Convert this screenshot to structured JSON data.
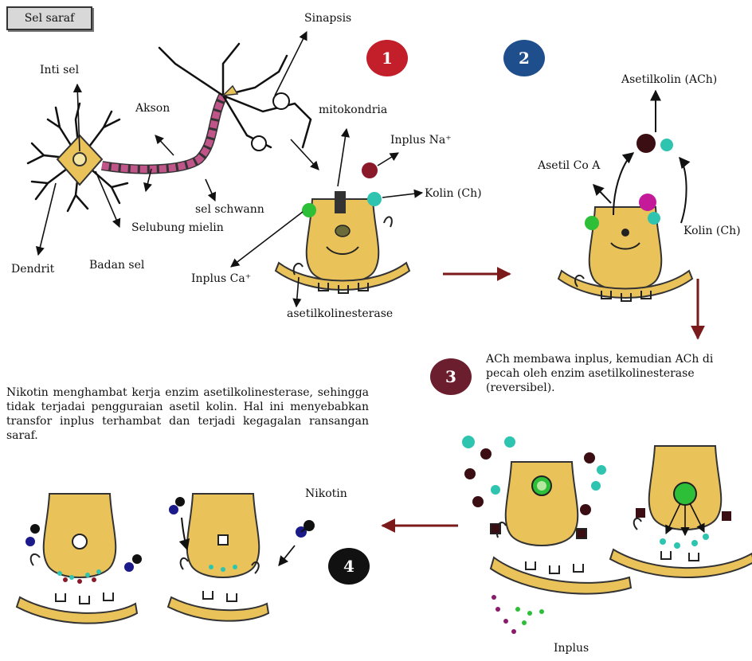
{
  "header": {
    "title": "Sel saraf"
  },
  "steps": {
    "s1": "1",
    "s2": "2",
    "s3": "3",
    "s4": "4"
  },
  "colors": {
    "step1": "#c21f2a",
    "step2": "#1f4e8c",
    "step3": "#6b1f2e",
    "step4": "#111111",
    "terminal": "#e9c25a",
    "arrow": "#7a1a1a",
    "myelin": "#c0558a"
  },
  "neuron_labels": {
    "inti_sel": "Inti sel",
    "akson": "Akson",
    "sinapsis": "Sinapsis",
    "dendrit": "Dendrit",
    "badan_sel": "Badan sel",
    "selubung_mielin": "Selubung mielin",
    "sel_schwann": "sel schwann"
  },
  "synapse_labels": {
    "mitokondria": "mitokondria",
    "inplus_na": "Inplus Na⁺",
    "kolin_ch": "Kolin (Ch)",
    "inplus_ca": "Inplus Ca⁺",
    "asetilkolinesterase": "asetilkolinesterase"
  },
  "step2_labels": {
    "asetilkolin": "Asetilkolin (ACh)",
    "asetil_coa": "Asetil Co A",
    "kolin_ch": "Kolin (Ch)"
  },
  "step3": {
    "description": "ACh membawa inplus, kemudian ACh di pecah oleh enzim asetilkolinesterase (reversibel).",
    "inplus": "Inplus"
  },
  "step4": {
    "description": "Nikotin menghambat kerja enzim asetilkolinesterase, sehingga tidak terjadai pengguraian asetil kolin. Hal ini menyebabkan transfor inplus terhambat dan terjadi kegagalan ransangan saraf.",
    "nikotin": "Nikotin"
  }
}
